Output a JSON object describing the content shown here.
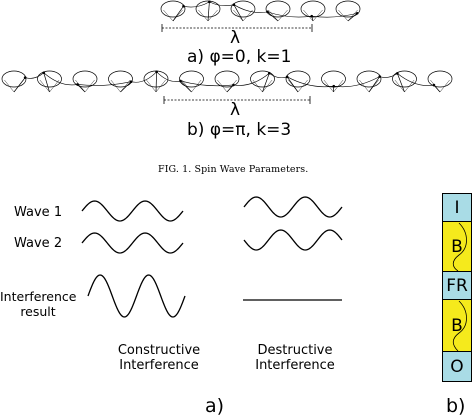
{
  "figure1": {
    "panel_a": {
      "lambda": "λ",
      "label": "a) φ=0, k=1"
    },
    "panel_b": {
      "lambda": "λ",
      "label": "b) φ=π, k=3"
    },
    "caption": "FIG. 1. Spin Wave Parameters."
  },
  "figure2": {
    "labels": {
      "wave1": "Wave 1",
      "wave2": "Wave 2",
      "result_line1": "Interference",
      "result_line2": "result"
    },
    "constructive": {
      "line1": "Constructive",
      "line2": "Interference"
    },
    "destructive": {
      "line1": "Destructive",
      "line2": "Interference"
    },
    "sublabel_a": "a)",
    "sublabel_b": "b)",
    "stack": [
      "I",
      "B",
      "FR",
      "B",
      "O"
    ],
    "colors": {
      "blue": "#a9dce6",
      "yellow": "#f5ea1c"
    }
  }
}
